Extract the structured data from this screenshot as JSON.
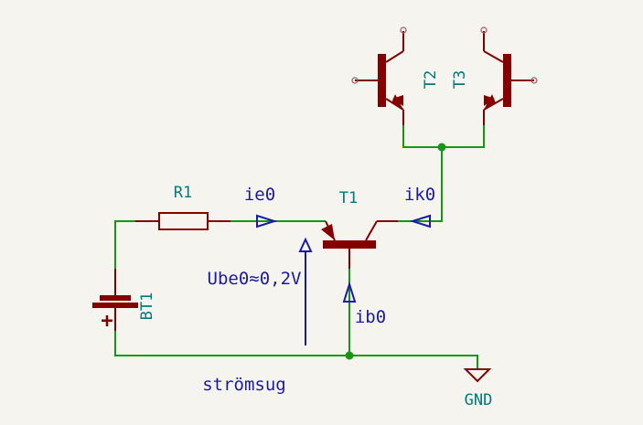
{
  "colors": {
    "background": "#f5f4ef",
    "wire": "#119911",
    "component": "#840000",
    "reference": "#007a7a",
    "annotation": "#1a1aa8",
    "junction": "#119911"
  },
  "components": {
    "r1": "R1",
    "bt1": "BT1",
    "t1": "T1",
    "t2": "T2",
    "t3": "T3",
    "gnd": "GND"
  },
  "annotations": {
    "ie0": "ie0",
    "ik0": "ik0",
    "ib0": "ib0",
    "ube0": "Ube0≈0,2V",
    "strom": "strömsug"
  },
  "symbols": {
    "battery_plus": "+"
  }
}
